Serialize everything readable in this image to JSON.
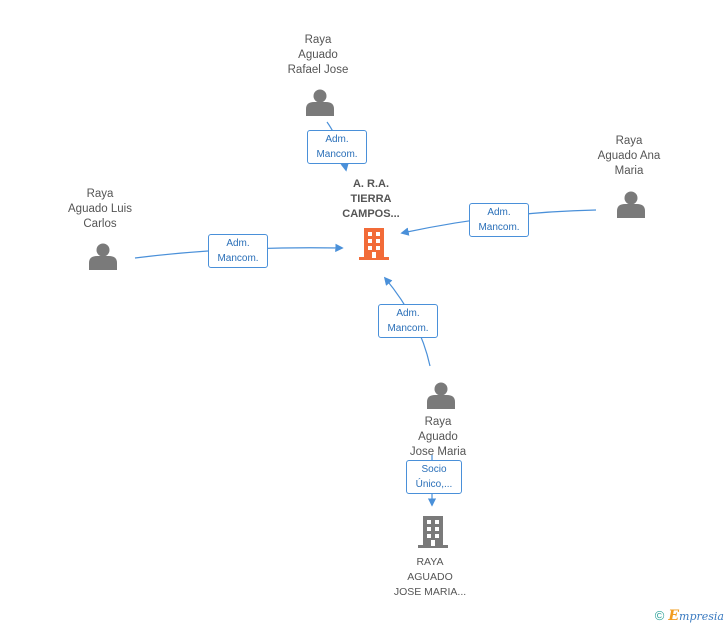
{
  "center": {
    "name": "A. R.A.\nTIERRA\nCAMPOS...",
    "color": "#f26b38"
  },
  "persons": {
    "top": {
      "name": "Raya\nAguado\nRafael Jose"
    },
    "right": {
      "name": "Raya\nAguado Ana\nMaria"
    },
    "left": {
      "name": "Raya\nAguado Luis\nCarlos"
    },
    "bottom": {
      "name": "Raya\nAguado\nJose Maria"
    }
  },
  "company2": {
    "name": "RAYA\nAGUADO\nJOSE MARIA..."
  },
  "edges": {
    "top": "Adm.\nMancom.",
    "right": "Adm.\nMancom.",
    "left": "Adm.\nMancom.",
    "bottom": "Adm.\nMancom.",
    "socio": "Socio\nÚnico,..."
  },
  "footer": {
    "copyright": "©",
    "brand_first": "E",
    "brand_rest": "mpresia"
  },
  "colors": {
    "edge": "#4a90d9",
    "person_icon": "#7a7a7a",
    "company_icon": "#7a7a7a",
    "center_icon": "#f26b38"
  }
}
